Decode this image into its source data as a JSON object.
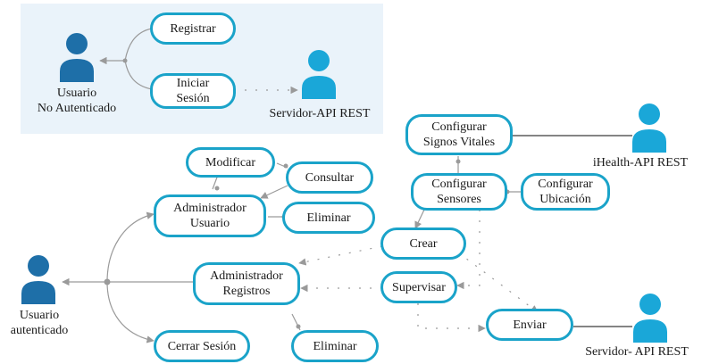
{
  "colors": {
    "node_border": "#1aa3c9",
    "actor_dark": "#1e6fa8",
    "actor_light": "#1aa7d8",
    "connector": "#9a9a9a",
    "panel": "#eaf3fa"
  },
  "actors": {
    "usuario_no_autenticado": "Usuario\nNo Autenticado",
    "servidor_api_rest_top": "Servidor-API REST",
    "ihealth_api_rest": "iHealth-API REST",
    "usuario_autenticado": "Usuario\nautenticado",
    "servidor_api_rest_bottom": "Servidor- API REST"
  },
  "use_cases": {
    "registrar": "Registrar",
    "iniciar_sesion": "Iniciar\nSesión",
    "configurar_signos_vitales": "Configurar\nSignos Vitales",
    "modificar": "Modificar",
    "consultar": "Consultar",
    "configurar_sensores": "Configurar\nSensores",
    "configurar_ubicacion": "Configurar\nUbicación",
    "administrador_usuario": "Administrador\nUsuario",
    "eliminar_usuario": "Eliminar",
    "crear": "Crear",
    "administrador_registros": "Administrador\nRegistros",
    "supervisar": "Supervisar",
    "enviar": "Enviar",
    "cerrar_sesion": "Cerrar Sesión",
    "eliminar_registros": "Eliminar"
  }
}
